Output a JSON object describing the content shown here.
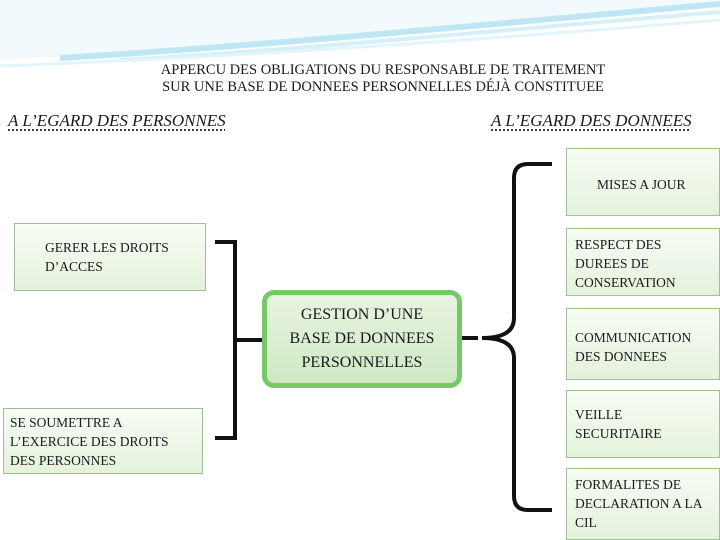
{
  "title": {
    "line1": "APPERCU DES OBLIGATIONS DU RESPONSABLE DE TRAITEMENT",
    "line2": "SUR UNE BASE DE DONNEES PERSONNELLES DÉJÀ CONSTITUEE"
  },
  "headings": {
    "left": "A L’EGARD DES PERSONNES",
    "right": "A L’EGARD DES DONNEES"
  },
  "center": {
    "line1": "GESTION D’UNE",
    "line2": "BASE DE DONNEES",
    "line3": "PERSONNELLES"
  },
  "left_boxes": [
    {
      "line1": "GERER LES DROITS",
      "line2": "D’ACCES"
    },
    {
      "line1": "SE SOUMETTRE A",
      "line2": "L’EXERCICE DES DROITS",
      "line3": "DES PERSONNES"
    }
  ],
  "right_boxes": [
    {
      "line1": "MISES A JOUR"
    },
    {
      "line1": "RESPECT DES",
      "line2": "DUREES DE",
      "line3": "CONSERVATION"
    },
    {
      "line1": "COMMUNICATION",
      "line2": "DES DONNEES"
    },
    {
      "line1": "VEILLE",
      "line2": "SECURITAIRE"
    },
    {
      "line1": "FORMALITES DE",
      "line2": "DECLARATION A LA",
      "line3": "CIL"
    }
  ],
  "colors": {
    "box_border": "#9dc193",
    "center_border": "#77c867",
    "swoosh": "#bfe6f3"
  }
}
